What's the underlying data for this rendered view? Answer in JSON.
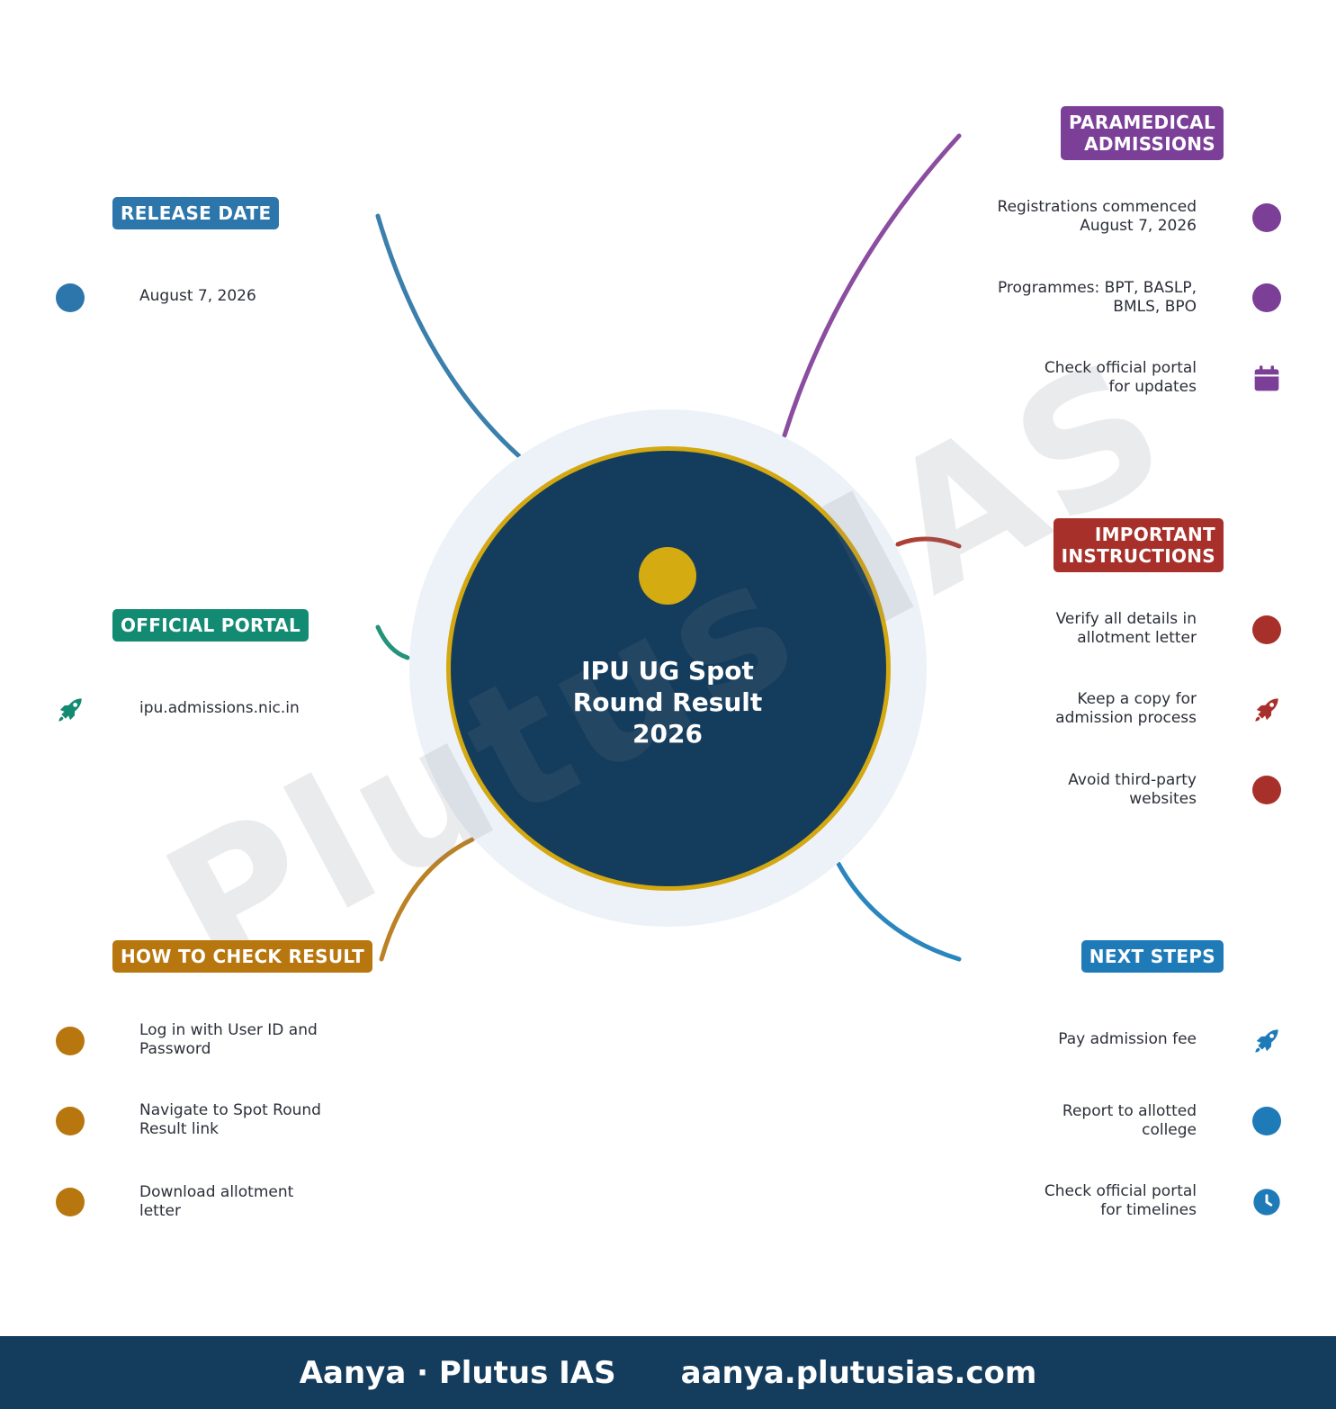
{
  "watermark": "Plutus IAS",
  "hub": {
    "title": "IPU UG Spot\nRound Result\n2026"
  },
  "branches": {
    "release_date": {
      "title": "RELEASE DATE",
      "color": "#2c76ab",
      "items": [
        {
          "text": "August 7, 2026",
          "icon": "dot"
        }
      ]
    },
    "official_portal": {
      "title": "OFFICIAL PORTAL",
      "color": "#138a72",
      "items": [
        {
          "text": "ipu.admissions.nic.in",
          "icon": "rocket"
        }
      ]
    },
    "how_to_check": {
      "title": "HOW TO CHECK RESULT",
      "color": "#b8760e",
      "items": [
        {
          "text": "Log in with User ID and\nPassword",
          "icon": "dot"
        },
        {
          "text": "Navigate to Spot Round\nResult link",
          "icon": "dot"
        },
        {
          "text": "Download allotment\nletter",
          "icon": "dot"
        }
      ]
    },
    "paramedical": {
      "title": "PARAMEDICAL\nADMISSIONS",
      "color": "#7b3f98",
      "items": [
        {
          "text": "Registrations commenced\nAugust 7, 2026",
          "icon": "dot"
        },
        {
          "text": "Programmes: BPT, BASLP,\nBMLS, BPO",
          "icon": "dot"
        },
        {
          "text": "Check official portal\nfor updates",
          "icon": "calendar"
        }
      ]
    },
    "instructions": {
      "title": "IMPORTANT\nINSTRUCTIONS",
      "color": "#a8302a",
      "items": [
        {
          "text": "Verify all details in\nallotment letter",
          "icon": "dot"
        },
        {
          "text": "Keep a copy for\nadmission process",
          "icon": "rocket"
        },
        {
          "text": "Avoid third-party\nwebsites",
          "icon": "dot"
        }
      ]
    },
    "next_steps": {
      "title": "NEXT STEPS",
      "color": "#1f7ab8",
      "items": [
        {
          "text": "Pay admission fee",
          "icon": "rocket"
        },
        {
          "text": "Report to allotted\ncollege",
          "icon": "dot"
        },
        {
          "text": "Check official portal\nfor timelines",
          "icon": "clock"
        }
      ]
    }
  },
  "footer": {
    "author": "Aanya · Plutus IAS",
    "website": "aanya.plutusias.com"
  }
}
